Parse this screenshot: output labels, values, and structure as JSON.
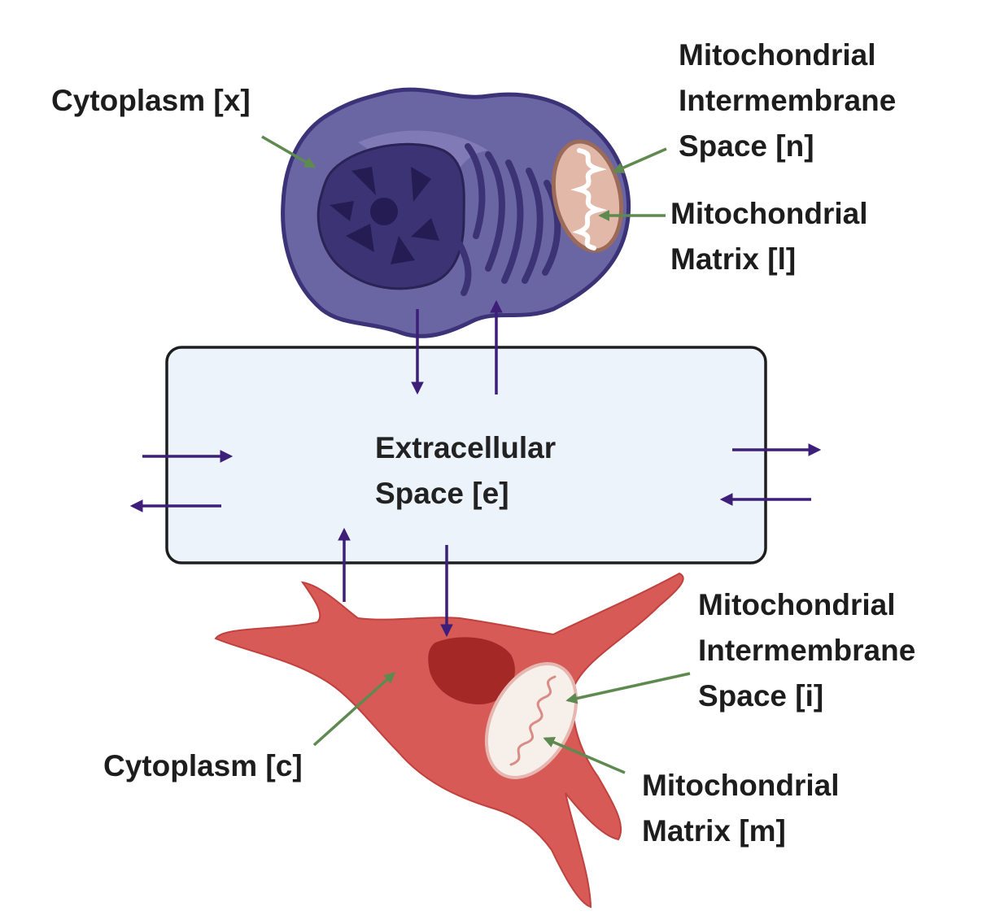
{
  "labels": {
    "cytoplasm_x": "Cytoplasm [x]",
    "mito_ims_n": [
      "Mitochondrial",
      "Intermembrane",
      "Space [n]"
    ],
    "mito_matrix_l": [
      "Mitochondrial",
      "Matrix [l]"
    ],
    "extracellular": [
      "Extracellular",
      "Space [e]"
    ],
    "mito_ims_i": [
      "Mitochondrial",
      "Intermembrane",
      "Space [i]"
    ],
    "cytoplasm_c": "Cytoplasm [c]",
    "mito_matrix_m": [
      "Mitochondrial",
      "Matrix [m]"
    ]
  },
  "colors": {
    "top_cell": "#6a65a3",
    "top_cell_edge": "#3b3278",
    "nucleus": "#3c3374",
    "bottom_cell": "#d75a56",
    "bottom_nucleus": "#a32826",
    "mito_top": "#e2b9a8",
    "extracellular_box": "#edf3fb",
    "transport_arrow": "#3d1f7a",
    "pointer_arrow": "#5e8a4f"
  },
  "icons": [
    "purple-cell",
    "red-cell",
    "mitochondrion"
  ]
}
